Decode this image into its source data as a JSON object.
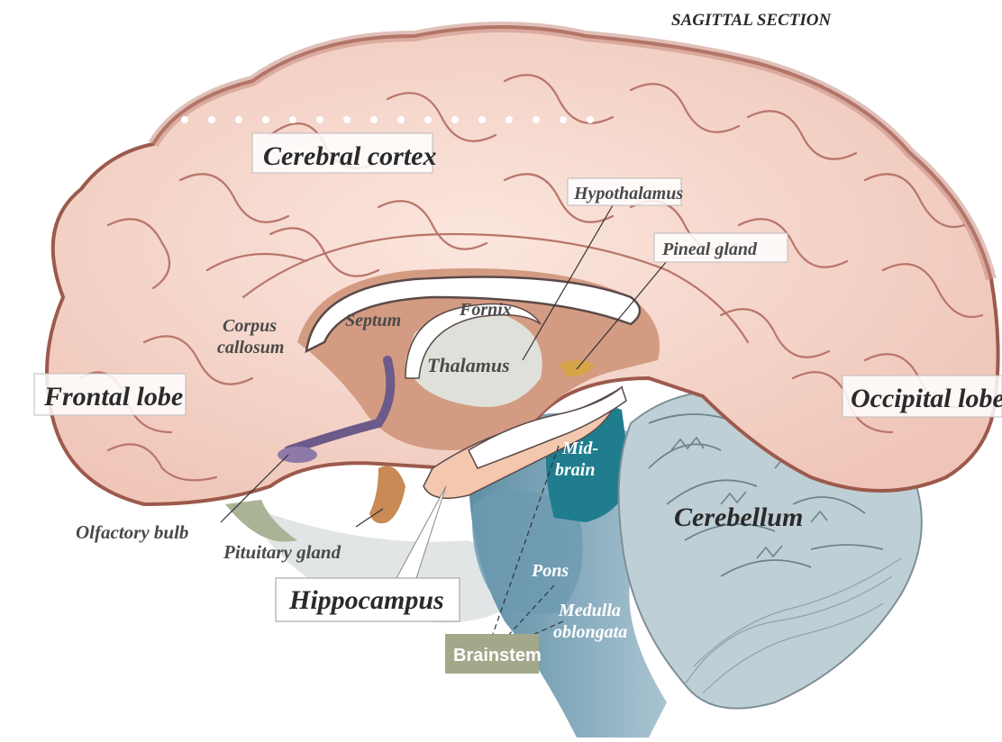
{
  "header": {
    "section_title": "SAGITTAL SECTION"
  },
  "labels": {
    "cerebral_cortex": "Cerebral cortex",
    "hypothalamus": "Hypothalamus",
    "pineal_gland": "Pineal gland",
    "fornix": "Fornix",
    "septum": "Septum",
    "corpus_callosum_line1": "Corpus",
    "corpus_callosum_line2": "callosum",
    "thalamus": "Thalamus",
    "frontal_lobe": "Frontal lobe",
    "occipital_lobe": "Occipital lobe",
    "midbrain_line1": "Mid-",
    "midbrain_line2": "brain",
    "cerebellum": "Cerebellum",
    "olfactory_bulb": "Olfactory bulb",
    "pituitary_gland": "Pituitary gland",
    "hippocampus": "Hippocampus",
    "pons": "Pons",
    "medulla_line1": "Medulla",
    "medulla_line2": "oblongata",
    "brainstem": "Brainstem"
  },
  "colors": {
    "cortex_fill": "#f6d9cf",
    "cortex_outline": "#9c5a4c",
    "gyri_lines": "#b9766a",
    "brainstem_blue": "#5f8fa6",
    "midbrain_teal": "#1f7d8e",
    "cerebellum_gray": "#bfcfd6",
    "brainstem_label_bg": "#a3a88a"
  }
}
